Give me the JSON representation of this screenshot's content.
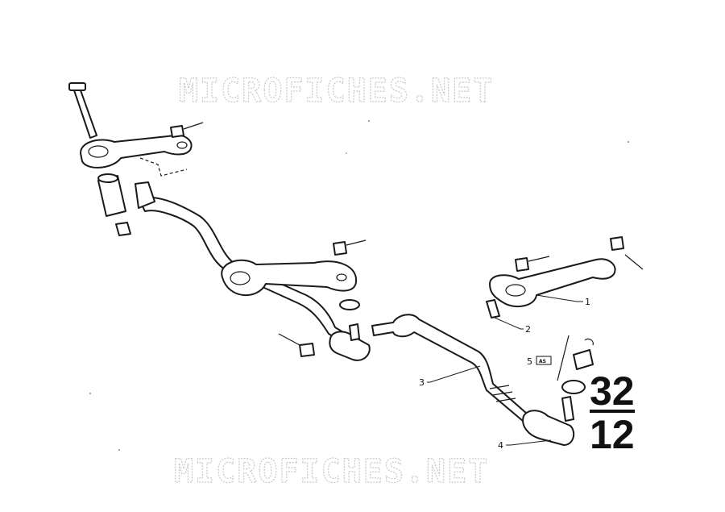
{
  "watermark": {
    "top": "MICROFICHES.NET",
    "bottom": "MICROFICHES.NET"
  },
  "callouts": [
    "1",
    "2",
    "3",
    "4",
    "5"
  ],
  "badge": "AS",
  "group": {
    "main": "32",
    "sub": "12"
  },
  "colors": {
    "ink": "#1a1a1a",
    "watermark": "#c9c9c9",
    "paper": "#ffffff"
  }
}
